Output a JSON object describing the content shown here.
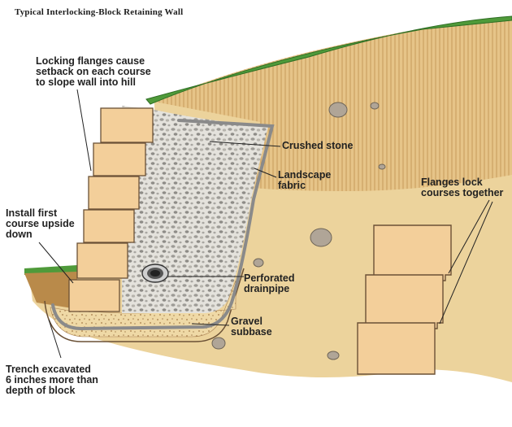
{
  "title": "Typical Interlocking-Block Retaining Wall",
  "labels": {
    "locking_flanges": "Locking flanges cause\nsetback on each course\nto slope wall into hill",
    "crushed_stone": "Crushed stone",
    "landscape_fabric": "Landscape\nfabric",
    "install_first_course": "Install first\ncourse upside\ndown",
    "perforated_drainpipe": "Perforated\ndrainpipe",
    "gravel_subbase": "Gravel\nsubbase",
    "trench_excavated": "Trench excavated\n6 inches more than\ndepth of block",
    "flanges_lock": "Flanges lock\ncourses together"
  },
  "colors": {
    "soil": "#e8c98a",
    "soil_dark": "#b98a4a",
    "grass": "#4f9a3a",
    "block": "#f3cf9a",
    "block_edge": "#6b5136",
    "stone": "#c8c8c4",
    "fabric": "#8a8a8a",
    "gravel": "#e9d7a6"
  }
}
